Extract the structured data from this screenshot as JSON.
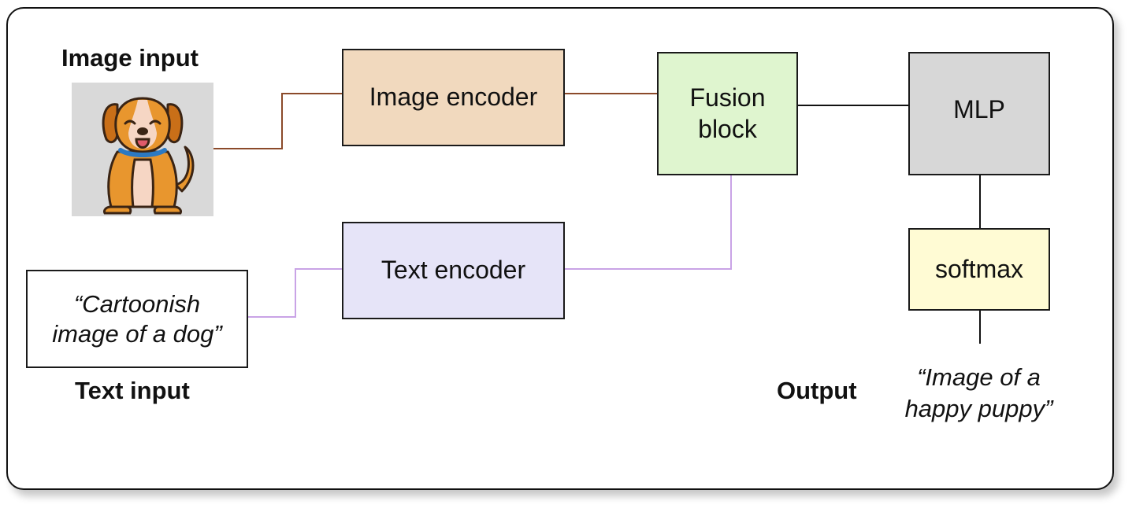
{
  "labels": {
    "image_input": "Image input",
    "text_input": "Text input",
    "output": "Output"
  },
  "blocks": {
    "image_encoder": "Image encoder",
    "text_encoder": "Text encoder",
    "fusion_line1": "Fusion",
    "fusion_line2": "block",
    "mlp": "MLP",
    "softmax": "softmax"
  },
  "input_text": {
    "line1": "“Cartoonish",
    "line2": "image of a dog”"
  },
  "output_text": {
    "line1": "“Image of a",
    "line2": "happy puppy”"
  },
  "colors": {
    "image_encoder_fill": "#f1d9be",
    "text_encoder_fill": "#e6e4f8",
    "fusion_fill": "#dff5cf",
    "mlp_fill": "#d7d7d7",
    "softmax_fill": "#fffbd4",
    "image_wire": "#8b4a2a",
    "text_wire": "#c9a3e6",
    "dog_fur": "#e8962e",
    "dog_belly": "#f6d6c4"
  }
}
